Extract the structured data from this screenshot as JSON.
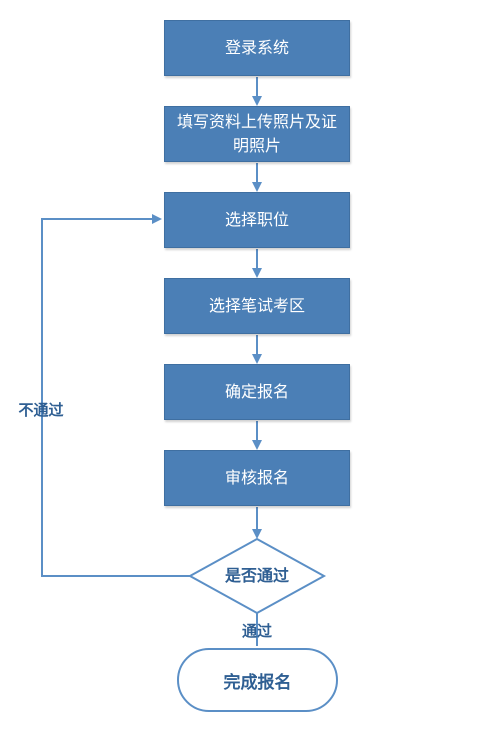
{
  "flowchart": {
    "steps": [
      "登录系统",
      "填写资料上传照片及证明照片",
      "选择职位",
      "选择笔试考区",
      "确定报名",
      "审核报名"
    ],
    "decision": "是否通过",
    "yes_label": "通过",
    "no_label": "不通过",
    "end": "完成报名"
  },
  "colors": {
    "box_fill": "#4b7fb6",
    "line": "#5b8fc6",
    "label_text": "#2f5f93"
  }
}
